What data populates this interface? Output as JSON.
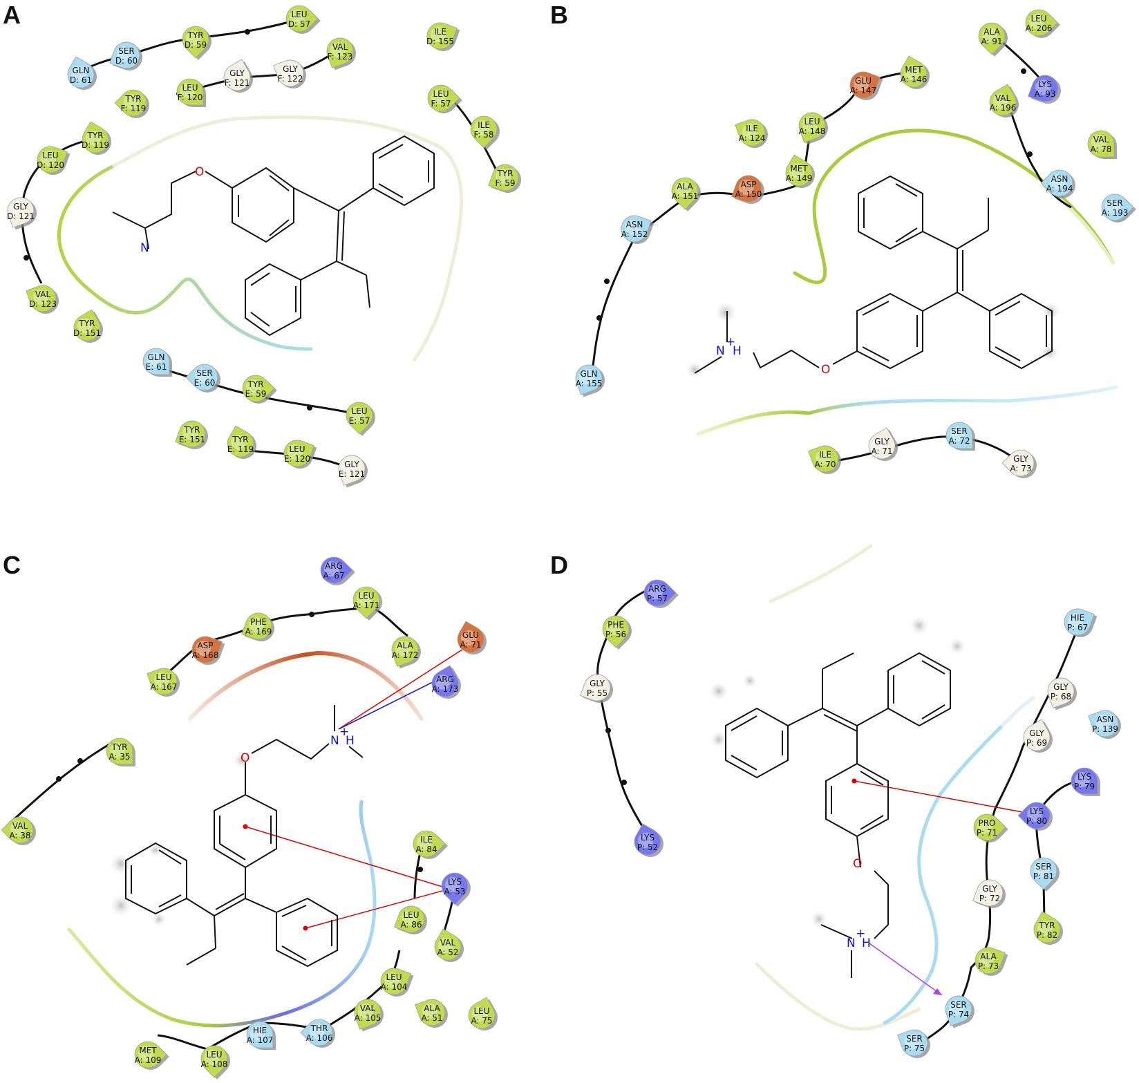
{
  "figure": {
    "colors": {
      "hydrophobic": "#c2da4e",
      "polar": "#a9dcf1",
      "glycine": "#f0f0e3",
      "negative": "#d7733c",
      "positive": "#7878ee",
      "pi_cation": "#e00000",
      "hbond": "#b040f0",
      "backbone": "#111111"
    },
    "panels": [
      {
        "label": "A",
        "residues": [
          {
            "id": "a1",
            "name": "LEU",
            "num": "D: 57",
            "type": "hydrophobic"
          },
          {
            "id": "a2",
            "name": "TYR",
            "num": "D: 59",
            "type": "hydrophobic"
          },
          {
            "id": "a3",
            "name": "SER",
            "num": "D: 60",
            "type": "polar"
          },
          {
            "id": "a4",
            "name": "GLN",
            "num": "D: 61",
            "type": "polar"
          },
          {
            "id": "a5",
            "name": "ILE",
            "num": "D: 155",
            "type": "hydrophobic"
          },
          {
            "id": "a6",
            "name": "VAL",
            "num": "F: 123",
            "type": "hydrophobic"
          },
          {
            "id": "a7",
            "name": "GLY",
            "num": "F: 122",
            "type": "glycine"
          },
          {
            "id": "a8",
            "name": "GLY",
            "num": "F: 121",
            "type": "glycine"
          },
          {
            "id": "a9",
            "name": "LEU",
            "num": "F: 120",
            "type": "hydrophobic"
          },
          {
            "id": "a10",
            "name": "TYR",
            "num": "F: 119",
            "type": "hydrophobic"
          },
          {
            "id": "a11",
            "name": "LEU",
            "num": "F: 57",
            "type": "hydrophobic"
          },
          {
            "id": "a12",
            "name": "ILE",
            "num": "F: 58",
            "type": "hydrophobic"
          },
          {
            "id": "a13",
            "name": "TYR",
            "num": "F: 59",
            "type": "hydrophobic"
          },
          {
            "id": "a14",
            "name": "TYR",
            "num": "D: 119",
            "type": "hydrophobic"
          },
          {
            "id": "a15",
            "name": "LEU",
            "num": "D: 120",
            "type": "hydrophobic"
          },
          {
            "id": "a16",
            "name": "GLY",
            "num": "D: 121",
            "type": "glycine"
          },
          {
            "id": "a17",
            "name": "VAL",
            "num": "D: 123",
            "type": "hydrophobic"
          },
          {
            "id": "a18",
            "name": "TYR",
            "num": "D: 151",
            "type": "hydrophobic"
          },
          {
            "id": "a19",
            "name": "GLN",
            "num": "E: 61",
            "type": "polar"
          },
          {
            "id": "a20",
            "name": "SER",
            "num": "E: 60",
            "type": "polar"
          },
          {
            "id": "a21",
            "name": "TYR",
            "num": "E: 59",
            "type": "hydrophobic"
          },
          {
            "id": "a22",
            "name": "LEU",
            "num": "E: 57",
            "type": "hydrophobic"
          },
          {
            "id": "a23",
            "name": "TYR",
            "num": "E: 151",
            "type": "hydrophobic"
          },
          {
            "id": "a24",
            "name": "TYR",
            "num": "E: 119",
            "type": "hydrophobic"
          },
          {
            "id": "a25",
            "name": "LEU",
            "num": "E: 120",
            "type": "hydrophobic"
          },
          {
            "id": "a26",
            "name": "GLY",
            "num": "E: 121",
            "type": "glycine"
          }
        ],
        "atoms": [
          {
            "id": "a-O",
            "text": "O",
            "color": "#e00000"
          },
          {
            "id": "a-N",
            "text": "N",
            "color": "#1010e0"
          }
        ]
      },
      {
        "label": "B",
        "residues": [
          {
            "id": "b1",
            "name": "LEU",
            "num": "A: 206",
            "type": "hydrophobic"
          },
          {
            "id": "b2",
            "name": "ALA",
            "num": "A: 91",
            "type": "hydrophobic"
          },
          {
            "id": "b3",
            "name": "LYS",
            "num": "A: 93",
            "type": "positive"
          },
          {
            "id": "b4",
            "name": "MET",
            "num": "A: 146",
            "type": "hydrophobic"
          },
          {
            "id": "b5",
            "name": "GLU",
            "num": "A: 147",
            "type": "negative"
          },
          {
            "id": "b6",
            "name": "LEU",
            "num": "A: 148",
            "type": "hydrophobic"
          },
          {
            "id": "b7",
            "name": "ILE",
            "num": "A: 124",
            "type": "hydrophobic"
          },
          {
            "id": "b8",
            "name": "VAL",
            "num": "A: 196",
            "type": "hydrophobic"
          },
          {
            "id": "b9",
            "name": "VAL",
            "num": "A: 78",
            "type": "hydrophobic"
          },
          {
            "id": "b10",
            "name": "ASN",
            "num": "A: 194",
            "type": "polar"
          },
          {
            "id": "b11",
            "name": "SER",
            "num": "A: 193",
            "type": "polar"
          },
          {
            "id": "b12",
            "name": "ALA",
            "num": "A: 151",
            "type": "hydrophobic"
          },
          {
            "id": "b13",
            "name": "ASP",
            "num": "A: 150",
            "type": "negative"
          },
          {
            "id": "b14",
            "name": "MET",
            "num": "A: 149",
            "type": "hydrophobic"
          },
          {
            "id": "b15",
            "name": "ASN",
            "num": "A: 152",
            "type": "polar"
          },
          {
            "id": "b16",
            "name": "GLN",
            "num": "A: 155",
            "type": "polar"
          },
          {
            "id": "b17",
            "name": "ILE",
            "num": "A: 70",
            "type": "hydrophobic"
          },
          {
            "id": "b18",
            "name": "GLY",
            "num": "A: 71",
            "type": "glycine"
          },
          {
            "id": "b19",
            "name": "SER",
            "num": "A: 72",
            "type": "polar"
          },
          {
            "id": "b20",
            "name": "GLY",
            "num": "A: 73",
            "type": "glycine"
          }
        ],
        "atoms": [
          {
            "id": "b-O",
            "text": "O",
            "color": "#e00000"
          },
          {
            "id": "b-N",
            "text": "N",
            "color": "#1010e0"
          },
          {
            "id": "b-H",
            "text": "H",
            "color": "#1010e0"
          },
          {
            "id": "b-plus",
            "text": "+",
            "color": "#1010e0"
          }
        ]
      },
      {
        "label": "C",
        "residues": [
          {
            "id": "c1",
            "name": "ARG",
            "num": "A: 67",
            "type": "positive"
          },
          {
            "id": "c2",
            "name": "LEU",
            "num": "A: 171",
            "type": "hydrophobic"
          },
          {
            "id": "c3",
            "name": "PHE",
            "num": "A: 169",
            "type": "hydrophobic"
          },
          {
            "id": "c4",
            "name": "GLU",
            "num": "A: 71",
            "type": "negative"
          },
          {
            "id": "c5",
            "name": "ASP",
            "num": "A: 168",
            "type": "negative"
          },
          {
            "id": "c6",
            "name": "ALA",
            "num": "A: 172",
            "type": "hydrophobic"
          },
          {
            "id": "c7",
            "name": "LEU",
            "num": "A: 167",
            "type": "hydrophobic"
          },
          {
            "id": "c8",
            "name": "ARG",
            "num": "A: 173",
            "type": "positive"
          },
          {
            "id": "c9",
            "name": "TYR",
            "num": "A: 35",
            "type": "hydrophobic"
          },
          {
            "id": "c10",
            "name": "VAL",
            "num": "A: 38",
            "type": "hydrophobic"
          },
          {
            "id": "c11",
            "name": "ILE",
            "num": "A: 84",
            "type": "hydrophobic"
          },
          {
            "id": "c12",
            "name": "LYS",
            "num": "A: 53",
            "type": "positive"
          },
          {
            "id": "c13",
            "name": "LEU",
            "num": "A: 86",
            "type": "hydrophobic"
          },
          {
            "id": "c14",
            "name": "VAL",
            "num": "A: 52",
            "type": "hydrophobic"
          },
          {
            "id": "c15",
            "name": "LEU",
            "num": "A: 104",
            "type": "hydrophobic"
          },
          {
            "id": "c16",
            "name": "VAL",
            "num": "A: 105",
            "type": "hydrophobic"
          },
          {
            "id": "c17",
            "name": "ALA",
            "num": "A: 51",
            "type": "hydrophobic"
          },
          {
            "id": "c18",
            "name": "LEU",
            "num": "A: 75",
            "type": "hydrophobic"
          },
          {
            "id": "c19",
            "name": "HIE",
            "num": "A: 107",
            "type": "polar"
          },
          {
            "id": "c20",
            "name": "THR",
            "num": "A: 106",
            "type": "polar"
          },
          {
            "id": "c21",
            "name": "MET",
            "num": "A: 109",
            "type": "hydrophobic"
          },
          {
            "id": "c22",
            "name": "LEU",
            "num": "A: 108",
            "type": "hydrophobic"
          }
        ],
        "atoms": [
          {
            "id": "c-O",
            "text": "O",
            "color": "#e00000"
          },
          {
            "id": "c-N",
            "text": "N",
            "color": "#1010e0"
          },
          {
            "id": "c-H",
            "text": "H",
            "color": "#1010e0"
          },
          {
            "id": "c-plus",
            "text": "+",
            "color": "#1010e0"
          }
        ]
      },
      {
        "label": "D",
        "residues": [
          {
            "id": "d1",
            "name": "ARG",
            "num": "P: 57",
            "type": "positive"
          },
          {
            "id": "d2",
            "name": "PHE",
            "num": "P: 56",
            "type": "hydrophobic"
          },
          {
            "id": "d3",
            "name": "GLY",
            "num": "P: 55",
            "type": "glycine"
          },
          {
            "id": "d4",
            "name": "LYS",
            "num": "P: 52",
            "type": "positive"
          },
          {
            "id": "d5",
            "name": "HIE",
            "num": "P: 67",
            "type": "polar"
          },
          {
            "id": "d6",
            "name": "GLY",
            "num": "P: 68",
            "type": "glycine"
          },
          {
            "id": "d7",
            "name": "ASN",
            "num": "P: 139",
            "type": "polar"
          },
          {
            "id": "d8",
            "name": "GLY",
            "num": "P: 69",
            "type": "glycine"
          },
          {
            "id": "d9",
            "name": "LYS",
            "num": "P: 79",
            "type": "positive"
          },
          {
            "id": "d10",
            "name": "LYS",
            "num": "P: 80",
            "type": "positive"
          },
          {
            "id": "d11",
            "name": "PRO",
            "num": "P: 71",
            "type": "hydrophobic"
          },
          {
            "id": "d12",
            "name": "SER",
            "num": "P: 81",
            "type": "polar"
          },
          {
            "id": "d13",
            "name": "GLY",
            "num": "P: 72",
            "type": "glycine"
          },
          {
            "id": "d14",
            "name": "TYR",
            "num": "P: 82",
            "type": "hydrophobic"
          },
          {
            "id": "d15",
            "name": "ALA",
            "num": "P: 73",
            "type": "hydrophobic"
          },
          {
            "id": "d16",
            "name": "SER",
            "num": "P: 74",
            "type": "polar"
          },
          {
            "id": "d17",
            "name": "SER",
            "num": "P: 75",
            "type": "polar"
          }
        ],
        "atoms": [
          {
            "id": "d-O",
            "text": "O",
            "color": "#e00000"
          },
          {
            "id": "d-N",
            "text": "N",
            "color": "#1010e0"
          },
          {
            "id": "d-H",
            "text": "H",
            "color": "#1010e0"
          },
          {
            "id": "d-plus",
            "text": "+",
            "color": "#1010e0"
          }
        ]
      }
    ]
  }
}
